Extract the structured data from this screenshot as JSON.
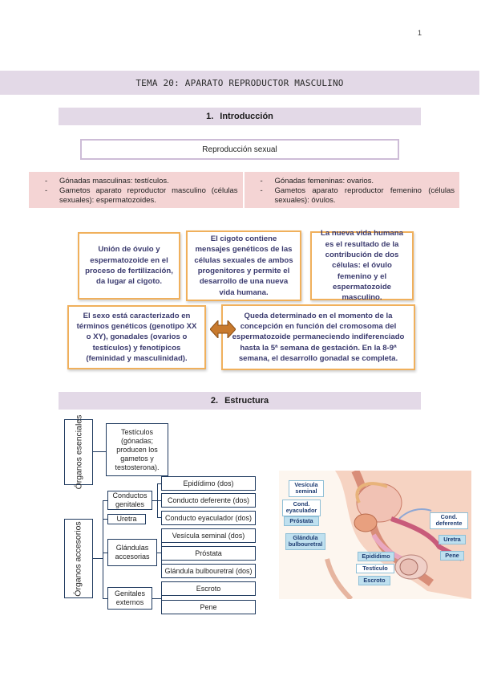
{
  "page_number": "1",
  "topic_title": "TEMA 20: APARATO REPRODUCTOR MASCULINO",
  "section1": {
    "number": "1.",
    "title": "Introducción"
  },
  "repro_label": "Reproducción sexual",
  "gonads": {
    "male": [
      "Gónadas masculinas: testículos.",
      "Gametos aparato reproductor masculino (células sexuales): espermatozoides."
    ],
    "female": [
      "Gónadas femeninas: ovarios.",
      "Gametos aparato reproductor femenino (células sexuales): óvulos."
    ]
  },
  "intro_boxes": [
    "Unión de óvulo y espermatozoide en el proceso de fertilización, da lugar al cigoto.",
    "El cigoto contiene mensajes genéticos de las células sexuales de ambos progenitores y permite el desarrollo de una nueva vida humana.",
    "La nueva vida humana es el resultado de la contribución de dos células: el óvulo femenino y el espermatozoide masculino.",
    "El sexo está caracterizado en términos genéticos (genotipo XX o XY), gonadales (ovarios o testículos) y fenotípicos (feminidad y masculinidad).",
    "Queda determinado en el momento de la concepción en función del cromosoma del espermatozoide permaneciendo indiferenciado hasta la 5ª semana de gestación. En la 8-9ª semana, el desarrollo gonadal se completa."
  ],
  "section2": {
    "number": "2.",
    "title": "Estructura"
  },
  "structure": {
    "essential": {
      "label": "Órganos esenciales",
      "detail": "Testículos (gónadas; producen los gametos y testosterona)."
    },
    "accessory": {
      "label": "Órganos accesorios",
      "groups": [
        {
          "label": "Conductos genitales",
          "items": [
            "Epidídimo (dos)",
            "Conducto deferente (dos)",
            "Conducto eyaculador (dos)"
          ]
        },
        {
          "label": "Uretra",
          "items": []
        },
        {
          "label": "Glándulas accesorias",
          "items": [
            "Vesícula seminal (dos)",
            "Próstata",
            "Glándula bulbouretral (dos)"
          ]
        },
        {
          "label": "Genitales externos",
          "items": [
            "Escroto",
            "Pene"
          ]
        }
      ]
    }
  },
  "anatomy_labels": {
    "vesicula": "Vesícula seminal",
    "cond_eyac": "Cond. eyaculador",
    "prostata": "Próstata",
    "glandula": "Glándula bulbouretral",
    "cond_def": "Cond. deferente",
    "uretra": "Uretra",
    "pene": "Pene",
    "epididimo": "Epidídimo",
    "testiculo": "Testículo",
    "escroto": "Escroto"
  },
  "colors": {
    "lavender": "#e3d9e7",
    "pink": "#f4d4d4",
    "orange": "#f0b05c",
    "navy": "#1f3a5f"
  }
}
